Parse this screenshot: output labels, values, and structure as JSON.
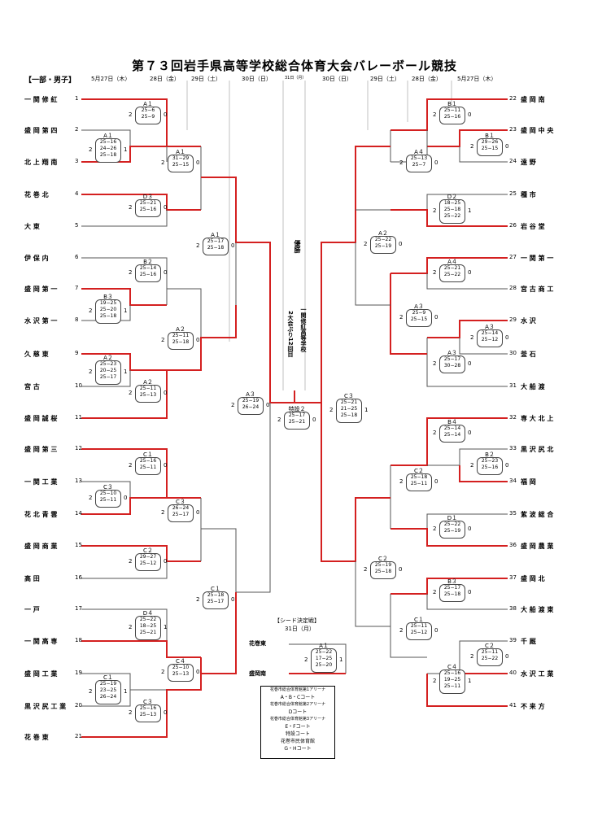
{
  "title": "第７３回岩手県高等学校総合体育大会バレーボール競技",
  "division": "【一部・男子】",
  "dates": [
    "5月27日（木）",
    "28日（金）",
    "29日（土）",
    "30日（日）",
    "31日（月）",
    "30日（日）",
    "29日（土）",
    "28日（金）",
    "5月27日（木）"
  ],
  "left_teams": [
    {
      "n": "1",
      "name": "一関修紅"
    },
    {
      "n": "2",
      "name": "盛岡第四"
    },
    {
      "n": "3",
      "name": "北上翔南"
    },
    {
      "n": "4",
      "name": "花巻北"
    },
    {
      "n": "5",
      "name": "大東"
    },
    {
      "n": "6",
      "name": "伊保内"
    },
    {
      "n": "7",
      "name": "盛岡第一"
    },
    {
      "n": "8",
      "name": "水沢第一"
    },
    {
      "n": "9",
      "name": "久慈東"
    },
    {
      "n": "10",
      "name": "宮古"
    },
    {
      "n": "11",
      "name": "盛岡誠桜"
    },
    {
      "n": "12",
      "name": "盛岡第三"
    },
    {
      "n": "13",
      "name": "一関工業"
    },
    {
      "n": "14",
      "name": "花北青雲"
    },
    {
      "n": "15",
      "name": "盛岡商業"
    },
    {
      "n": "16",
      "name": "高田"
    },
    {
      "n": "17",
      "name": "一戸"
    },
    {
      "n": "18",
      "name": "一関高専"
    },
    {
      "n": "19",
      "name": "盛岡工業"
    },
    {
      "n": "20",
      "name": "黒沢尻工業"
    },
    {
      "n": "21",
      "name": "花巻東"
    }
  ],
  "right_teams": [
    {
      "n": "22",
      "name": "盛岡南"
    },
    {
      "n": "23",
      "name": "盛岡中央"
    },
    {
      "n": "24",
      "name": "遠野"
    },
    {
      "n": "25",
      "name": "種市"
    },
    {
      "n": "26",
      "name": "岩谷堂"
    },
    {
      "n": "27",
      "name": "一関第一"
    },
    {
      "n": "28",
      "name": "宮古商工"
    },
    {
      "n": "29",
      "name": "水沢"
    },
    {
      "n": "30",
      "name": "釜石"
    },
    {
      "n": "31",
      "name": "大船渡"
    },
    {
      "n": "32",
      "name": "専大北上"
    },
    {
      "n": "33",
      "name": "黒沢尻北"
    },
    {
      "n": "34",
      "name": "福岡"
    },
    {
      "n": "35",
      "name": "紫波総合"
    },
    {
      "n": "36",
      "name": "盛岡農業"
    },
    {
      "n": "37",
      "name": "盛岡北"
    },
    {
      "n": "38",
      "name": "大船渡東"
    },
    {
      "n": "39",
      "name": "千厩"
    },
    {
      "n": "40",
      "name": "水沢工業"
    },
    {
      "n": "41",
      "name": "不来方"
    }
  ],
  "matches": [
    {
      "code": "A１",
      "scores": "25−6\n25−9",
      "w": "2",
      "l": "0"
    },
    {
      "code": "A１",
      "scores": "25−16\n24−26\n25−18",
      "w": "2",
      "l": "1"
    },
    {
      "code": "A１",
      "scores": "31−29\n25−15",
      "w": "2",
      "l": "0"
    },
    {
      "code": "D３",
      "scores": "25−21\n25−16",
      "w": "2",
      "l": "0"
    },
    {
      "code": "A１",
      "scores": "25−17\n25−18",
      "w": "2",
      "l": "0"
    },
    {
      "code": "B２",
      "scores": "25−14\n25−16",
      "w": "2",
      "l": "0"
    },
    {
      "code": "B３",
      "scores": "19−25\n25−20\n25−18",
      "w": "2",
      "l": "1"
    },
    {
      "code": "A２",
      "scores": "25−11\n25−18",
      "w": "2",
      "l": "0"
    },
    {
      "code": "A２",
      "scores": "25−23\n20−25\n25−17",
      "w": "2",
      "l": "1"
    },
    {
      "code": "A２",
      "scores": "25−11\n25−13",
      "w": "2",
      "l": "0"
    },
    {
      "code": "A３",
      "scores": "25−19\n26−24",
      "w": "2",
      "l": "0"
    },
    {
      "code": "C１",
      "scores": "25−16\n25−11",
      "w": "2",
      "l": "0"
    },
    {
      "code": "C３",
      "scores": "25−10\n25−11",
      "w": "2",
      "l": "0"
    },
    {
      "code": "C３",
      "scores": "26−24\n25−17",
      "w": "2",
      "l": "0"
    },
    {
      "code": "C２",
      "scores": "29−27\n25−12",
      "w": "2",
      "l": "0"
    },
    {
      "code": "C１",
      "scores": "25−18\n25−17",
      "w": "2",
      "l": "0"
    },
    {
      "code": "D４",
      "scores": "25−22\n18−25\n25−21",
      "w": "2",
      "l": "1"
    },
    {
      "code": "C４",
      "scores": "25−10\n25−13",
      "w": "2",
      "l": "0"
    },
    {
      "code": "C１",
      "scores": "25−19\n23−25\n26−24",
      "w": "2",
      "l": "1"
    },
    {
      "code": "C３",
      "scores": "25−16\n25−13",
      "w": "2",
      "l": "0"
    },
    {
      "code": "特設２",
      "scores": "25−17\n25−21",
      "w": "2",
      "l": "0"
    },
    {
      "code": "B１",
      "scores": "25−11\n25−16",
      "w": "2",
      "l": "0"
    },
    {
      "code": "B１",
      "scores": "29−26\n25−15",
      "w": "2",
      "l": "0"
    },
    {
      "code": "A４",
      "scores": "25−13\n25−7",
      "w": "2",
      "l": "0"
    },
    {
      "code": "D２",
      "scores": "18−25\n25−18\n25−22",
      "w": "2",
      "l": "1"
    },
    {
      "code": "A２",
      "scores": "25−22\n25−19",
      "w": "2",
      "l": "0"
    },
    {
      "code": "A４",
      "scores": "25−21\n25−22",
      "w": "2",
      "l": "0"
    },
    {
      "code": "A３",
      "scores": "25−9\n25−15",
      "w": "2",
      "l": "0"
    },
    {
      "code": "A３",
      "scores": "25−14\n25−12",
      "w": "2",
      "l": "0"
    },
    {
      "code": "A３",
      "scores": "25−17\n30−28",
      "w": "2",
      "l": "0"
    },
    {
      "code": "C３",
      "scores": "25−21\n21−25\n25−18",
      "w": "2",
      "l": "1"
    },
    {
      "code": "B４",
      "scores": "25−14\n25−14",
      "w": "2",
      "l": "0"
    },
    {
      "code": "B２",
      "scores": "25−23\n25−16",
      "w": "2",
      "l": "0"
    },
    {
      "code": "C２",
      "scores": "25−18\n25−11",
      "w": "2",
      "l": "0"
    },
    {
      "code": "D１",
      "scores": "25−22\n25−19",
      "w": "2",
      "l": "0"
    },
    {
      "code": "C２",
      "scores": "25−19\n25−18",
      "w": "2",
      "l": "0"
    },
    {
      "code": "B３",
      "scores": "25−17\n25−18",
      "w": "2",
      "l": "0"
    },
    {
      "code": "C１",
      "scores": "25−11\n25−12",
      "w": "2",
      "l": "0"
    },
    {
      "code": "C２",
      "scores": "25−11\n25−22",
      "w": "2",
      "l": "0"
    },
    {
      "code": "C４",
      "scores": "25−16\n19−25\n25−11",
      "w": "2",
      "l": "1"
    },
    {
      "code": "A１",
      "scores": "25−22\n17−25\n25−20",
      "w": "2",
      "l": "1"
    }
  ],
  "champion_label": "優勝",
  "champion_text": "一関修紅高等学校",
  "champion_note": "2大会ぶり12回目",
  "seed_match": {
    "title": "【シード決定戦】",
    "date": "31日（月）",
    "team1": "花巻東",
    "team2": "盛岡南"
  },
  "venues": [
    "花巻市総合体育館第1アリーナ",
    "A・B・Cコート",
    "花巻市総合体育館第2アリーナ",
    "Dコート",
    "花巻市総合体育館第3アリーナ",
    "E・Fコート",
    "特設コート",
    "花巻市民体育館",
    "G・Hコート"
  ]
}
